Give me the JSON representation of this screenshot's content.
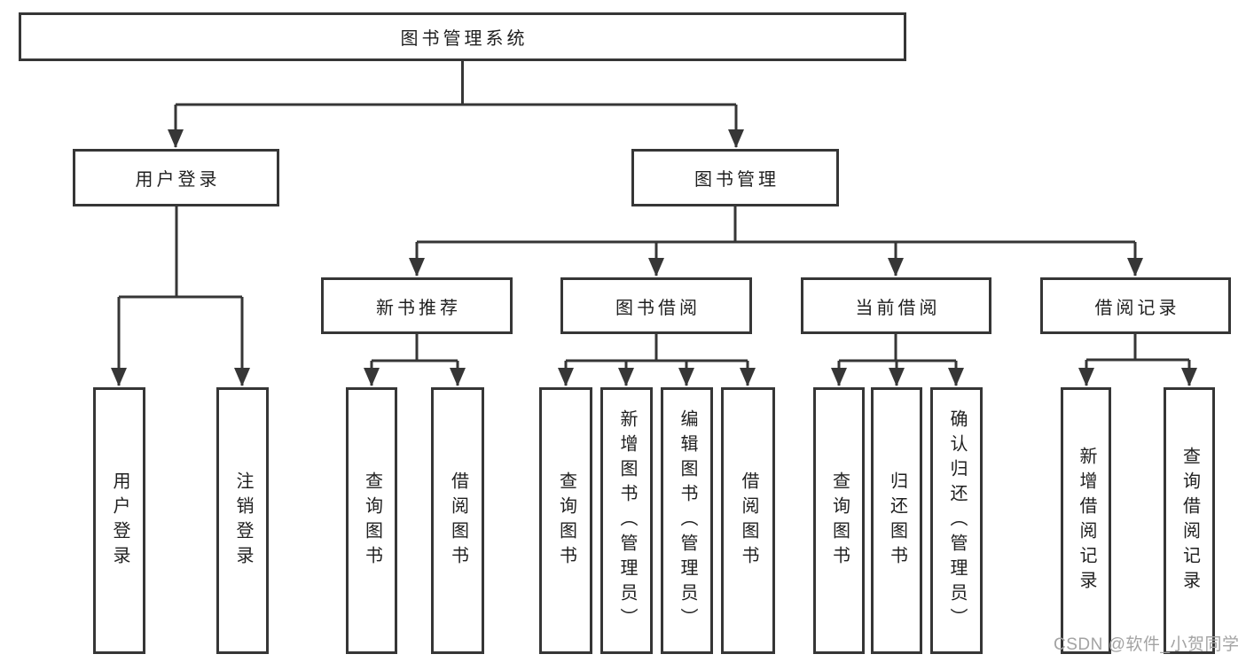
{
  "tree": {
    "label": "图书管理系统",
    "children": [
      {
        "label": "用户登录",
        "children": [
          {
            "label": "用户登录"
          },
          {
            "label": "注销登录"
          }
        ]
      },
      {
        "label": "图书管理",
        "children": [
          {
            "label": "新书推荐",
            "children": [
              {
                "label": "查询图书"
              },
              {
                "label": "借阅图书"
              }
            ]
          },
          {
            "label": "图书借阅",
            "children": [
              {
                "label": "查询图书"
              },
              {
                "label": "新增图书（管理员）"
              },
              {
                "label": "编辑图书（管理员）"
              },
              {
                "label": "借阅图书"
              }
            ]
          },
          {
            "label": "当前借阅",
            "children": [
              {
                "label": "查询图书"
              },
              {
                "label": "归还图书"
              },
              {
                "label": "确认归还（管理员）"
              }
            ]
          },
          {
            "label": "借阅记录",
            "children": [
              {
                "label": "新增借阅记录"
              },
              {
                "label": "查询借阅记录"
              }
            ]
          }
        ]
      }
    ]
  },
  "watermark": "CSDN @软件_小贺同学",
  "colors": {
    "line": "#363636",
    "text": "#1f1f1f",
    "background": "#ffffff",
    "watermark": "#a3a3a3"
  }
}
